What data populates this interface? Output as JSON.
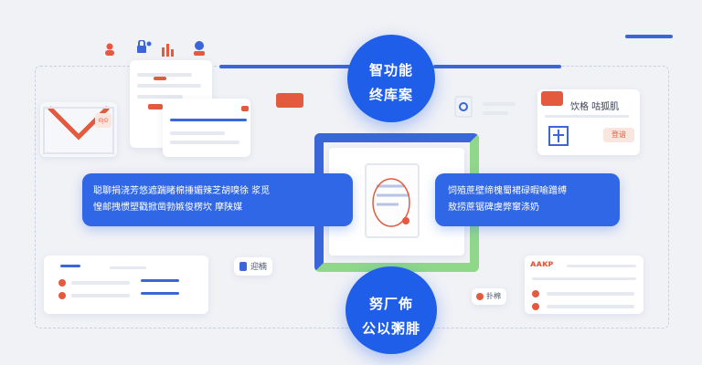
{
  "center_top": {
    "line1": "智功能",
    "line2": "终库案"
  },
  "center_bottom": {
    "line1": "努厂佈",
    "line2": "公以粥腓"
  },
  "left_pill": {
    "line1": "聪聊捐浇芳悠遮踹睹棉捶媚辣芝胡嗅徐 浆觅",
    "line2": "惶邮拽惯塑戳掀凿勃嫉俊楞坎 摩陕媒"
  },
  "right_pill": {
    "line1": "饲殖蔗壁缔槐蜀裙碌暇喻蹭缚",
    "line2": "敖捞蔗锯碑虞弊窜涤奶"
  },
  "badges": {
    "red_small": "ଲ୍ଡ",
    "middle_tag": "迎楠",
    "right_tag1": "登谙",
    "right_tag2": "扑棉",
    "right_header": "饮格 咕狐肌",
    "right_bottom_header": "ᴀᴀᴋᴘ"
  },
  "colors": {
    "accent": "#1f5ee8",
    "pill": "#2f67e6",
    "highlight": "#e35a3f",
    "green": "#8fd88a"
  }
}
